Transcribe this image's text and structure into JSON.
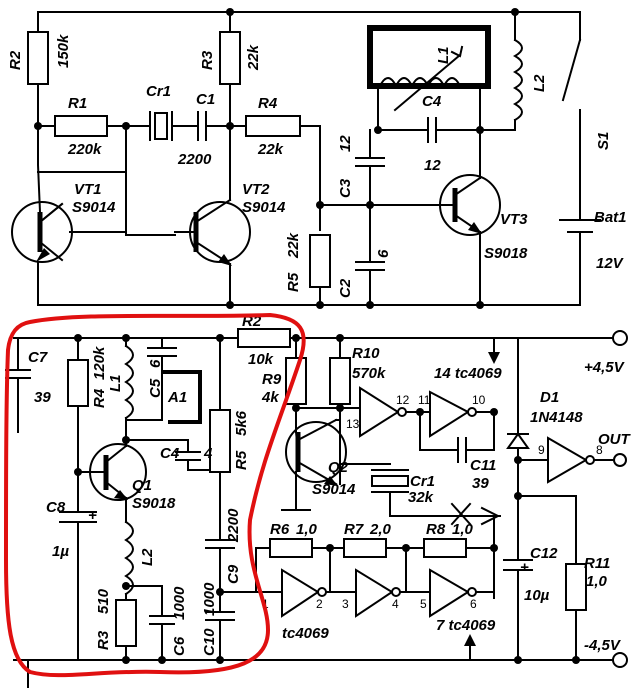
{
  "top": {
    "R2": {
      "ref": "R2",
      "val": "150k"
    },
    "R1": {
      "ref": "R1",
      "val": "220k"
    },
    "Cr1": {
      "ref": "Cr1"
    },
    "C1": {
      "ref": "C1",
      "val": "2200"
    },
    "R3": {
      "ref": "R3",
      "val": "22k"
    },
    "R4": {
      "ref": "R4",
      "val": "22k"
    },
    "VT1": {
      "ref": "VT1",
      "val": "S9014"
    },
    "VT2": {
      "ref": "VT2",
      "val": "S9014"
    },
    "C3": {
      "ref": "C3",
      "val": "12"
    },
    "C2": {
      "ref": "C2",
      "val": "6"
    },
    "R5": {
      "ref": "R5",
      "val": "22k"
    },
    "L1": {
      "ref": "L1"
    },
    "C4": {
      "ref": "C4",
      "val": "12"
    },
    "L2": {
      "ref": "L2"
    },
    "VT3": {
      "ref": "VT3",
      "val": "S9018"
    },
    "S1": {
      "ref": "S1"
    },
    "Bat1": {
      "ref": "Bat1",
      "val": "12V"
    }
  },
  "bottom": {
    "C7": {
      "ref": "C7",
      "val": "39"
    },
    "R4": {
      "ref": "R4",
      "val": "120k"
    },
    "L1": {
      "ref": "L1"
    },
    "C5": {
      "ref": "C5",
      "val": "6"
    },
    "A1": {
      "ref": "A1"
    },
    "R2": {
      "ref": "R2",
      "val": "10k"
    },
    "C4": {
      "ref": "C4",
      "val": "4"
    },
    "R5": {
      "ref": "R5",
      "val": "5k6"
    },
    "Q1": {
      "ref": "Q1",
      "val": "S9018"
    },
    "C8": {
      "ref": "C8",
      "val": "1µ"
    },
    "L2": {
      "ref": "L2"
    },
    "R3": {
      "ref": "R3",
      "val": "510"
    },
    "C6": {
      "ref": "C6",
      "val": "1000"
    },
    "C9": {
      "ref": "C9",
      "val": "2200"
    },
    "C10": {
      "ref": "C10",
      "val": "1000"
    },
    "R9": {
      "ref": "R9",
      "val": "4k"
    },
    "R10": {
      "ref": "R10",
      "val": "570k"
    },
    "Q2": {
      "ref": "Q2",
      "val": "S9014"
    },
    "Cr1": {
      "ref": "Cr1",
      "val": "32k"
    },
    "C11": {
      "ref": "C11",
      "val": "39"
    },
    "R6": {
      "ref": "R6",
      "val": "1,0"
    },
    "R7": {
      "ref": "R7",
      "val": "2,0"
    },
    "R8": {
      "ref": "R8",
      "val": "1,0"
    },
    "D1": {
      "ref": "D1",
      "val": "1N4148"
    },
    "C12": {
      "ref": "C12",
      "val": "10µ"
    },
    "R11": {
      "ref": "R11",
      "val": "1,0"
    },
    "ic_top": "14 tc4069",
    "ic_bot_left": "tc4069",
    "ic_bot_right": "7 tc4069",
    "vpos": "+4,5V",
    "vneg": "-4,5V",
    "out": "OUT",
    "pins": {
      "p1": "1",
      "p2": "2",
      "p3": "3",
      "p4": "4",
      "p5": "5",
      "p6": "6",
      "p8": "8",
      "p9": "9",
      "p10": "10",
      "p11": "11",
      "p12": "12",
      "p13": "13"
    }
  }
}
